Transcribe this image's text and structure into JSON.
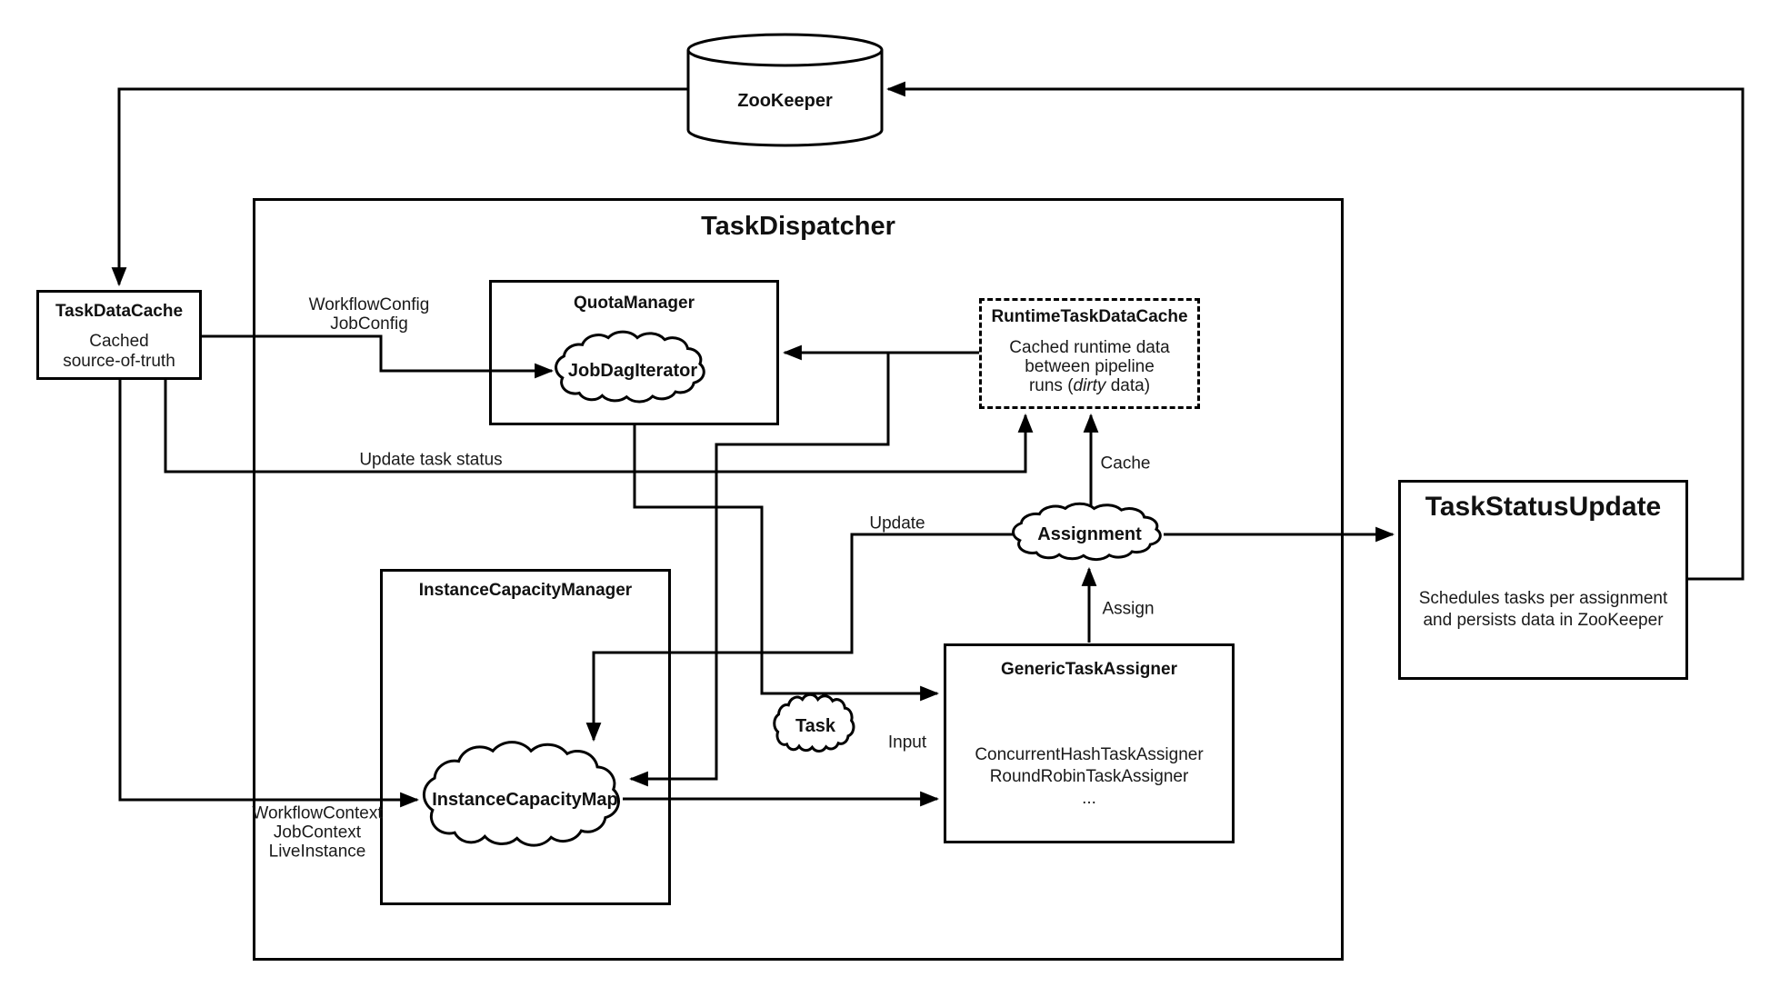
{
  "diagram": {
    "colors": {
      "line": "#000000",
      "background": "#ffffff"
    },
    "zookeeper": {
      "label": "ZooKeeper"
    },
    "task_dispatcher": {
      "title": "TaskDispatcher"
    },
    "task_data_cache": {
      "title": "TaskDataCache",
      "line1": "Cached",
      "line2": "source-of-truth"
    },
    "quota_manager": {
      "title": "QuotaManager",
      "cloud": "JobDagIterator"
    },
    "runtime_task_data_cache": {
      "title": "RuntimeTaskDataCache",
      "line1": "Cached runtime data",
      "line2": "between pipeline",
      "line3_pre": "runs (",
      "line3_italic": "dirty",
      "line3_post": " data)"
    },
    "instance_capacity_manager": {
      "title": "InstanceCapacityManager",
      "cloud": "InstanceCapacityMap"
    },
    "generic_task_assigner": {
      "title": "GenericTaskAssigner",
      "line1": "ConcurrentHashTaskAssigner",
      "line2": "RoundRobinTaskAssigner",
      "line3": "..."
    },
    "task_status_update": {
      "title": "TaskStatusUpdate",
      "line1": "Schedules tasks per assignment",
      "line2": "and persists data in ZooKeeper"
    },
    "clouds": {
      "assignment": "Assignment",
      "task": "Task"
    },
    "edge_labels": {
      "workflow_config": "WorkflowConfig",
      "job_config": "JobConfig",
      "update_task_status": "Update task status",
      "cache": "Cache",
      "assign": "Assign",
      "update": "Update",
      "input": "Input",
      "workflow_context": "WorkflowContext",
      "job_context": "JobContext",
      "live_instance": "LiveInstance"
    }
  }
}
